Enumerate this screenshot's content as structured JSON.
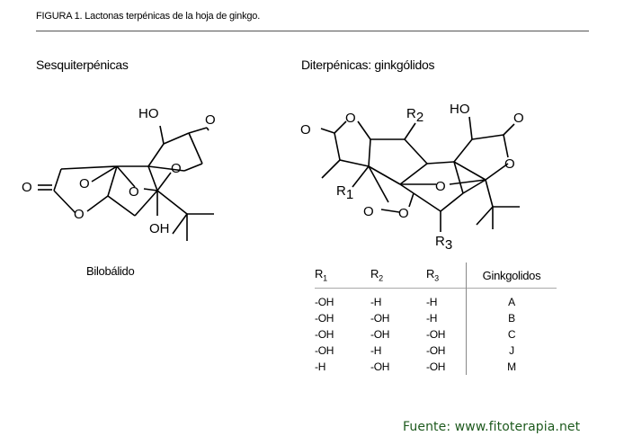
{
  "caption": "FIGURA 1. Lactonas terpénicas de la hoja de ginkgo.",
  "headings": {
    "left": "Sesquiterpénicas",
    "right": "Diterpénicas: ginkgólidos"
  },
  "bilobalide": {
    "name": "Bilobálido",
    "atoms": {
      "ho": "HO",
      "o_carbonyl_top": "O",
      "o_left": "O",
      "o_eq": "O",
      "o_bridge": "O",
      "o_ring": "O",
      "o_ester": "O",
      "oh": "OH"
    }
  },
  "ginkgolide": {
    "atoms": {
      "o_left": "O",
      "o_ring1": "O",
      "r2": "R",
      "r2_sub": "2",
      "ho": "HO",
      "o_carbonyl": "O",
      "o_ring2": "O",
      "o_bridge": "O",
      "r1": "R",
      "r1_sub": "1",
      "o_eq": "O",
      "o_ester": "O",
      "r3": "R",
      "r3_sub": "3"
    }
  },
  "table": {
    "headers": [
      {
        "main": "R",
        "sub": "1"
      },
      {
        "main": "R",
        "sub": "2"
      },
      {
        "main": "R",
        "sub": "3"
      }
    ],
    "last_header": "Ginkgolidos",
    "rows": [
      [
        "-OH",
        "-H",
        "-H",
        "A"
      ],
      [
        "-OH",
        "-OH",
        "-H",
        "B"
      ],
      [
        "-OH",
        "-OH",
        "-OH",
        "C"
      ],
      [
        "-OH",
        "-H",
        "-OH",
        "J"
      ],
      [
        "-H",
        "-OH",
        "-OH",
        "M"
      ]
    ]
  },
  "source": "Fuente: www.fitoterapia.net",
  "colors": {
    "source": "#1e5a1e"
  }
}
